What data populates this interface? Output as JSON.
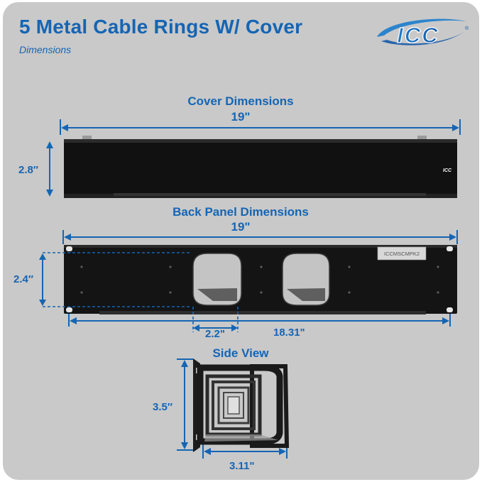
{
  "header": {
    "title": "5 Metal Cable Rings W/ Cover",
    "subtitle": "Dimensions",
    "logo_text": "ICC",
    "logo_trademark": "®"
  },
  "cover": {
    "label": "Cover Dimensions",
    "width": "19\"",
    "height": "2.8″",
    "badge": "ICC"
  },
  "back_panel": {
    "label": "Back Panel Dimensions",
    "width": "19\"",
    "height": "2.4″",
    "sticker": "ICCMSCMPK2",
    "cutout_width": "2.2\"",
    "inner_width": "18.31\""
  },
  "side_view": {
    "label": "Side View",
    "height": "3.5″",
    "depth": "3.11\""
  },
  "colors": {
    "accent": "#1565b4",
    "background": "#c9c9c9",
    "panel": "#111111"
  }
}
